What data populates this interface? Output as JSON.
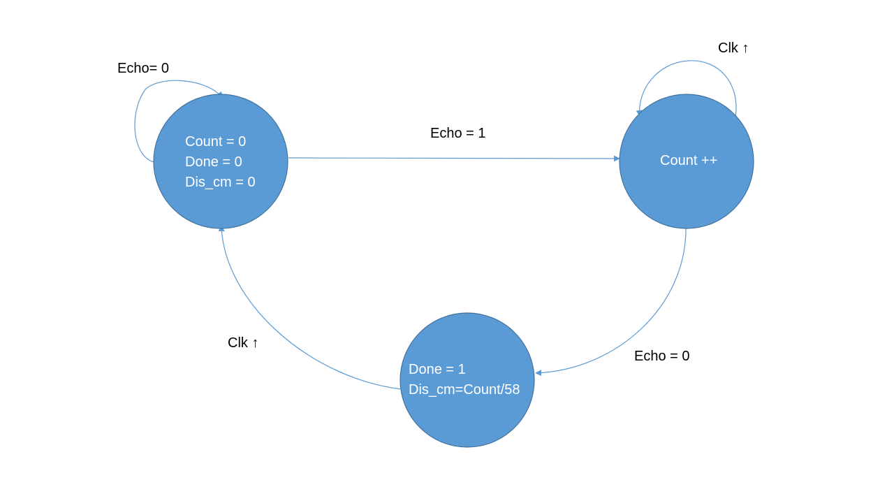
{
  "colors": {
    "state_fill": "#5b9bd5",
    "state_stroke": "#41719c",
    "edge": "#5b9bd5",
    "label": "#000000"
  },
  "states": {
    "idle": {
      "lines": [
        "Count = 0",
        "Done = 0",
        "Dis_cm = 0"
      ]
    },
    "count": {
      "lines": [
        "Count ++"
      ]
    },
    "done": {
      "lines": [
        "Done = 1",
        "Dis_cm=Count/58"
      ]
    }
  },
  "transitions": {
    "idle_self": {
      "label": "Echo= 0"
    },
    "idle_to_count": {
      "label": "Echo = 1"
    },
    "count_self": {
      "label": "Clk ↑"
    },
    "count_to_done": {
      "label": "Echo = 0"
    },
    "done_to_idle": {
      "label": "Clk ↑"
    }
  }
}
